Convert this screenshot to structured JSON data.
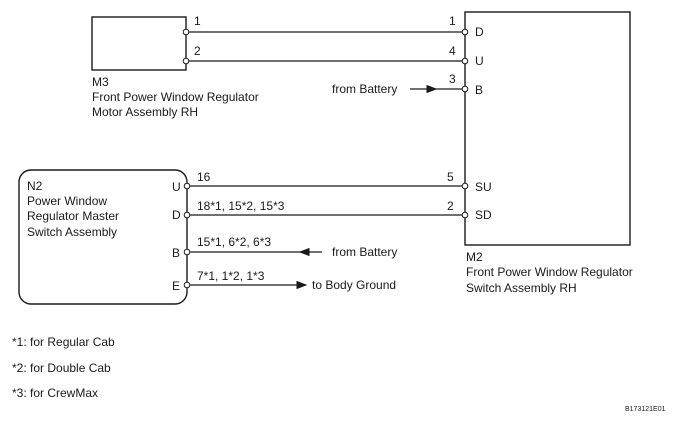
{
  "components": {
    "m3": {
      "code": "M3",
      "name_line1": "Front Power Window Regulator",
      "name_line2": "Motor Assembly RH",
      "pins": [
        "1",
        "2"
      ]
    },
    "n2": {
      "code": "N2",
      "name_line1": "Power Window",
      "name_line2": "Regulator Master",
      "name_line3": "Switch Assembly",
      "terminals": [
        "U",
        "D",
        "B",
        "E"
      ]
    },
    "m2": {
      "code": "M2",
      "name_line1": "Front Power Window Regulator",
      "name_line2": "Switch Assembly RH",
      "terminals": [
        "D",
        "U",
        "B",
        "SU",
        "SD"
      ],
      "pins": [
        "1",
        "4",
        "3",
        "5",
        "2"
      ]
    }
  },
  "wires": {
    "n2_u_pin": "16",
    "n2_d_pin": "18*1, 15*2, 15*3",
    "n2_b_pin": "15*1, 6*2, 6*3",
    "n2_e_pin": "7*1, 1*2, 1*3"
  },
  "labels": {
    "from_battery_m2": "from Battery",
    "from_battery_n2": "from Battery",
    "to_body_ground": "to Body Ground"
  },
  "footnotes": [
    "*1: for Regular Cab",
    "*2: for Double Cab",
    "*3: for CrewMax"
  ],
  "figure_id": "B173121E01"
}
